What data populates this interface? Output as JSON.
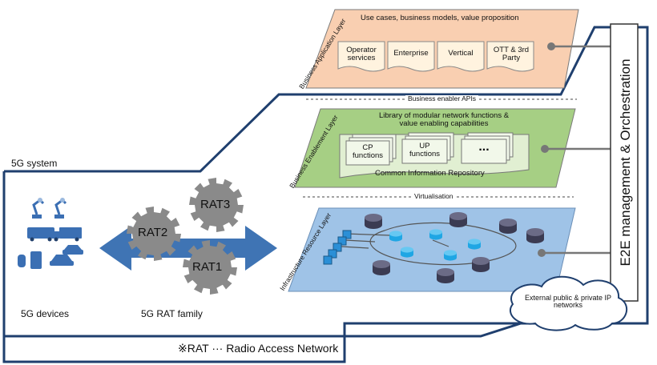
{
  "diagram": {
    "system_label": "5G system",
    "devices_label": "5G devices",
    "rat_family_label": "5G RAT  family",
    "rats": [
      "RAT3",
      "RAT2",
      "RAT1"
    ],
    "footnote": "※RAT ··· Radio Access Network",
    "e2e_label": "E2E management & Orchestration",
    "external_cloud": "External public & private IP networks",
    "business_application": {
      "layer_label": "Business Application Layer",
      "title": "Use cases, business models, value proposition",
      "docs": [
        "Operator services",
        "Enterprise",
        "Vertical",
        "OTT & 3rd Party"
      ]
    },
    "business_enabler_apis": "Business enabler APIs",
    "business_enablement": {
      "layer_label": "Business Enablement Layer",
      "title": "Library of modular network functions & value enabling capabilities",
      "cp": "CP functions",
      "up": "UP functions",
      "more": "...",
      "repo": "Common Information Repository"
    },
    "virtualisation": "Virtualisation",
    "infrastructure": {
      "layer_label": "Infrastructure Resource Layer"
    },
    "colors": {
      "system_border": "#1f3f6e",
      "app_layer": "#f9cfb1",
      "enable_layer": "#a6cf84",
      "infra_layer": "#9fc3e7",
      "arrow": "#3f74b4",
      "gear": "#8a8a8a",
      "node_blue": "#1fa6e4",
      "node_dark": "#3b3b52"
    }
  }
}
